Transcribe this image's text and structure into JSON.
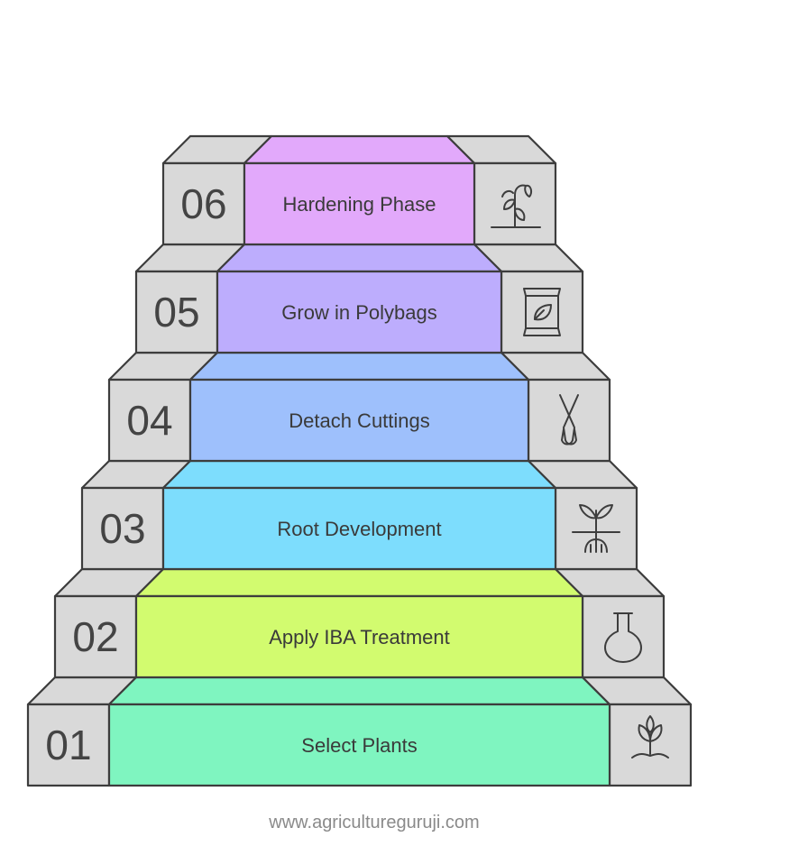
{
  "diagram": {
    "steps": [
      {
        "number": "01",
        "label": "Select Plants",
        "color": "#7ff5c0",
        "icon": "sprout-icon"
      },
      {
        "number": "02",
        "label": "Apply IBA Treatment",
        "color": "#d2fb6f",
        "icon": "flask-icon"
      },
      {
        "number": "03",
        "label": "Root Development",
        "color": "#7dddfd",
        "icon": "roots-icon"
      },
      {
        "number": "04",
        "label": "Detach Cuttings",
        "color": "#9ec0fc",
        "icon": "scissors-icon"
      },
      {
        "number": "05",
        "label": "Grow in Polybags",
        "color": "#bdadfd",
        "icon": "soil-bag-icon"
      },
      {
        "number": "06",
        "label": "Hardening Phase",
        "color": "#e2a9fb",
        "icon": "drooping-plant-icon"
      }
    ],
    "block_color": "#d9d9d9",
    "stroke_color": "#3d3d3d"
  },
  "footer": {
    "website": "www.agricultureguruji.com"
  }
}
